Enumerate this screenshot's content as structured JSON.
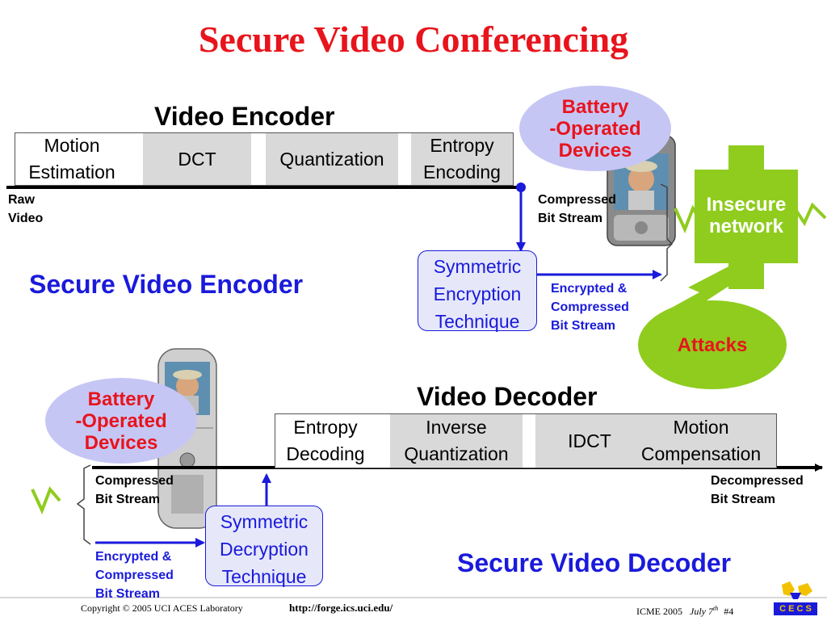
{
  "title": "Secure Video Conferencing",
  "encoder": {
    "heading": "Video Encoder",
    "stages": [
      "Motion\nEstimation",
      "DCT",
      "Quantization",
      "Entropy\nEncoding"
    ],
    "input_label": "Raw\nVideo",
    "output_label": "Compressed\nBit Stream",
    "encryption_box": "Symmetric\nEncryption\nTechnique",
    "encrypted_label": "Encrypted &\nCompressed\nBit Stream",
    "secure_heading": "Secure Video Encoder"
  },
  "decoder": {
    "heading": "Video Decoder",
    "stages": [
      "Entropy\nDecoding",
      "Inverse\nQuantization",
      "IDCT",
      "Motion\nCompensation"
    ],
    "input_label": "Compressed\nBit Stream",
    "output_label": "Decompressed\nBit Stream",
    "decryption_box": "Symmetric\nDecryption\nTechnique",
    "encrypted_label": "Encrypted &\nCompressed\nBit Stream",
    "secure_heading": "Secure Video Decoder"
  },
  "battery_top": "Battery\n-Operated\nDevices",
  "battery_bottom": "Battery\n-Operated\nDevices",
  "network": "Insecure\nnetwork",
  "attacks": "Attacks",
  "footer": {
    "copyright": "Copyright © 2005  UCI ACES Laboratory",
    "url": "http://forge.ics.uci.edu/",
    "conf": "ICME 2005",
    "date": "July 7",
    "date_sup": "th",
    "slide": "#4",
    "logo_text": "C E C S"
  },
  "colors": {
    "title": "#e8141c",
    "blue": "#1a1adb",
    "green": "#8fcc1e",
    "lavender": "#c6c6f5",
    "grey_cell": "#d9d9d9"
  }
}
